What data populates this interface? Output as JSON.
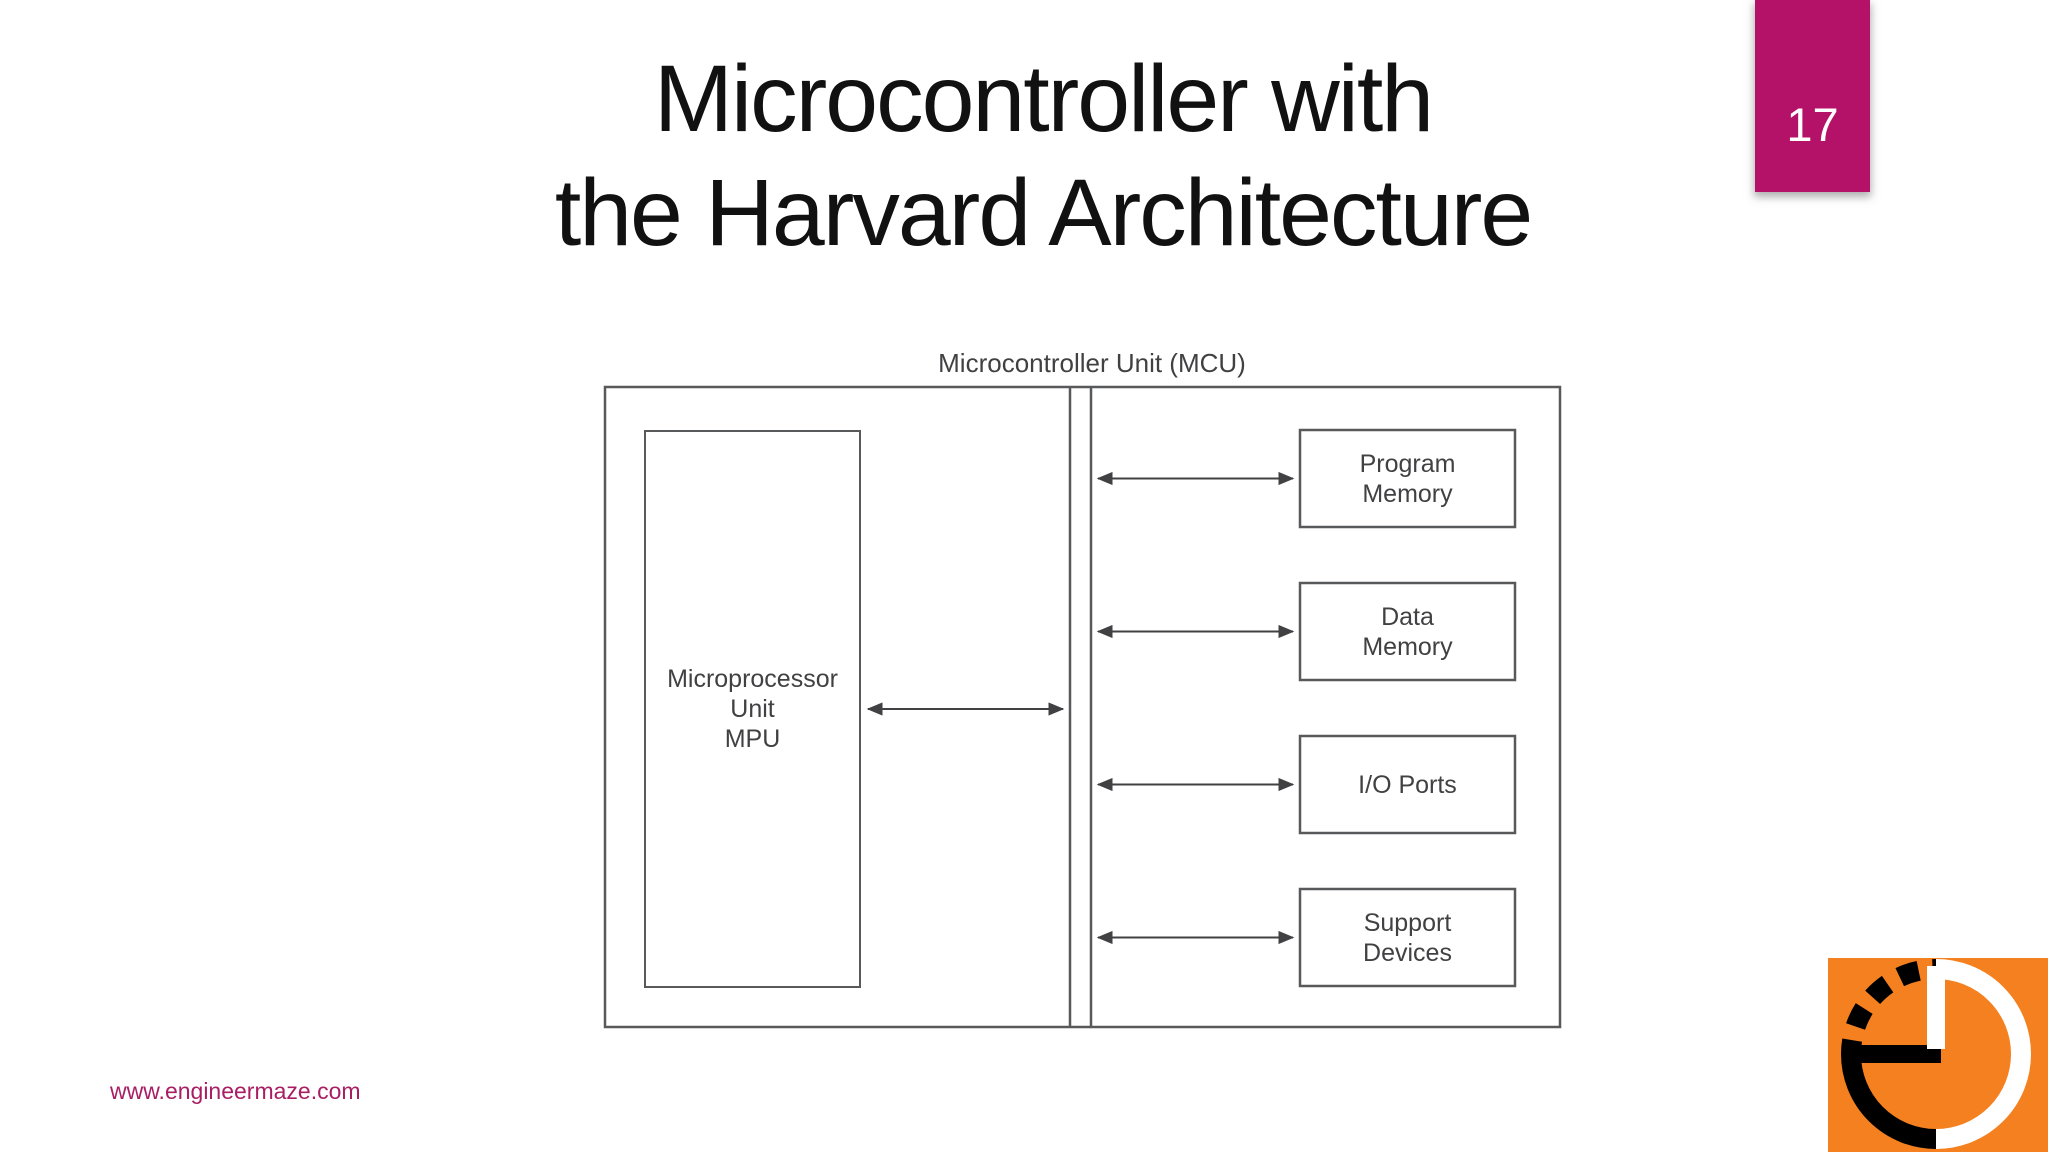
{
  "slide": {
    "title_line1": "Microcontroller with",
    "title_line2": "the Harvard Architecture",
    "page_number": "17",
    "footer_url": "www.engineermaze.com"
  },
  "diagram": {
    "caption": "Microcontroller Unit (MCU)",
    "mpu_label": "Microprocessor\nUnit\nMPU",
    "peripherals": [
      "Program\nMemory",
      "Data\nMemory",
      "I/O Ports",
      "Support\nDevices"
    ],
    "bus": "internal-bus-double-line",
    "connections": [
      "MPU <-> bus",
      "bus <-> Program Memory",
      "bus <-> Data Memory",
      "bus <-> I/O Ports",
      "bus <-> Support Devices"
    ]
  },
  "icons": {
    "logo": "clock-pie-icon"
  },
  "colors": {
    "accent_magenta": "#B41269",
    "url_magenta": "#A91E63",
    "logo_orange": "#F4801F",
    "diagram_line": "#58595B",
    "diagram_text": "#414042",
    "title_text": "#111111"
  }
}
